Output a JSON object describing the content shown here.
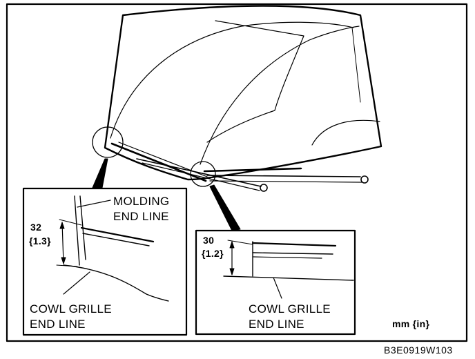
{
  "diagram": {
    "left_detail": {
      "molding_label_line1": "MOLDING",
      "molding_label_line2": "END LINE",
      "dimension_mm": "32",
      "dimension_in": "{1.3}",
      "cowl_label_line1": "COWL GRILLE",
      "cowl_label_line2": "END LINE"
    },
    "right_detail": {
      "dimension_mm": "30",
      "dimension_in": "{1.2}",
      "cowl_label_line1": "COWL GRILLE",
      "cowl_label_line2": "END LINE"
    },
    "unit_label": "mm {in}",
    "figure_code": "B3E0919W103"
  }
}
